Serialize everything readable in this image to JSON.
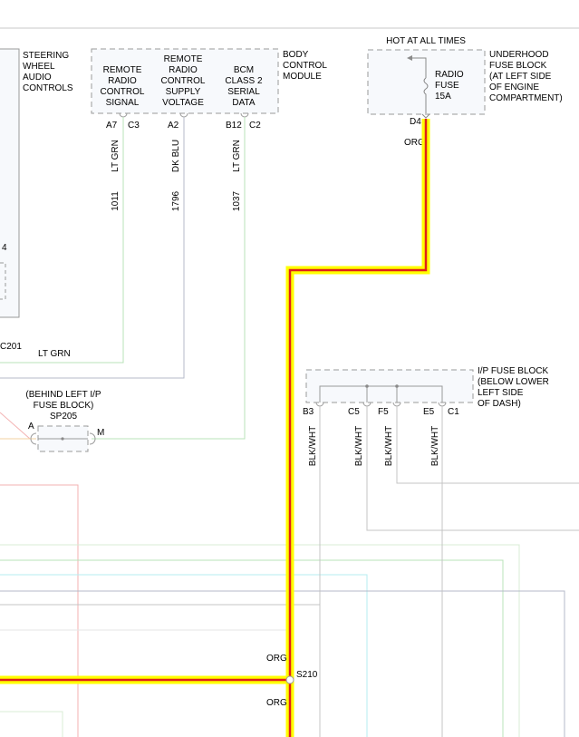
{
  "colors": {
    "background": "#ffffff",
    "box_fill": "#f7f9fc",
    "box_stroke": "#9a9a9a",
    "highlight_outer": "#ffff00",
    "highlight_inner": "#e0201a",
    "wire_lt_grn": "#b8e3b8",
    "wire_dk_blu": "#b4bac8",
    "wire_gray": "#c4c4c4",
    "wire_pink": "#f3b2b2",
    "wire_cyan": "#b5eef2"
  },
  "steering_wheel": {
    "lines": [
      "STEERING",
      "WHEEL",
      "AUDIO",
      "CONTROLS"
    ],
    "partial_pin": "4"
  },
  "body_control_module": {
    "title_lines": [
      "BODY",
      "CONTROL",
      "MODULE"
    ],
    "sections": [
      {
        "lines": [
          "REMOTE",
          "RADIO",
          "CONTROL",
          "SIGNAL"
        ]
      },
      {
        "lines": [
          "REMOTE",
          "RADIO",
          "CONTROL",
          "SUPPLY",
          "VOLTAGE"
        ]
      },
      {
        "lines": [
          "BCM",
          "CLASS 2",
          "SERIAL",
          "DATA"
        ]
      }
    ],
    "pins": [
      {
        "pin": "A7",
        "connector": "C3"
      },
      {
        "pin": "A2",
        "connector": ""
      },
      {
        "pin": "B12",
        "connector": "C2"
      }
    ]
  },
  "wires": [
    {
      "color": "LT GRN",
      "circuit": "1011"
    },
    {
      "color": "DK BLU",
      "circuit": "1796"
    },
    {
      "color": "LT GRN",
      "circuit": "1037"
    }
  ],
  "underhood_fuse_block": {
    "hot_label": "HOT AT ALL TIMES",
    "fuse_lines": [
      "RADIO",
      "FUSE",
      "15A"
    ],
    "title_lines": [
      "UNDERHOOD",
      "FUSE BLOCK",
      "(AT LEFT SIDE",
      "OF ENGINE",
      "COMPARTMENT)"
    ],
    "pin": "D4",
    "wire_color": "ORG"
  },
  "connector_c201": "C201",
  "lt_grn_bus_label": "LT GRN",
  "splice_sp205": {
    "note_lines": [
      "(BEHIND LEFT I/P",
      "FUSE BLOCK)"
    ],
    "name": "SP205",
    "pin_left": "A",
    "pin_right": "M"
  },
  "ip_fuse_block": {
    "title_lines": [
      "I/P FUSE BLOCK",
      "(BELOW LOWER",
      "LEFT SIDE",
      "OF DASH)"
    ],
    "pins": [
      "B3",
      "C5",
      "F5",
      "E5",
      "C1"
    ],
    "wire_label": "BLK/WHT"
  },
  "splice_s210": {
    "name": "S210",
    "wire_color_above": "ORG",
    "wire_color_below": "ORG"
  }
}
